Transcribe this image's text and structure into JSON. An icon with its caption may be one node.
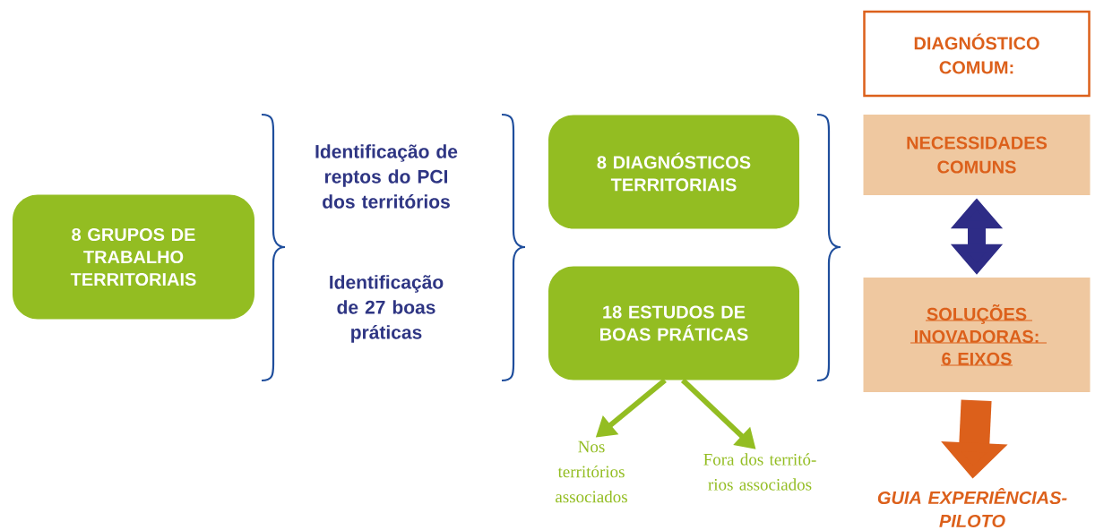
{
  "diagram": {
    "nodes": [
      {
        "text": [
          "8 GRUPOS DE TRABALHO TERRITORIAIS"
        ]
      },
      {
        "text": [
          "Identificação de reptos do PCI dos territórios"
        ]
      },
      {
        "text": [
          "Identificação de 27 boas práticas"
        ]
      },
      {
        "text": [
          "8 DIAGNÓSTICOS TERRITORIAIS"
        ]
      },
      {
        "text": [
          "18 ESTUDOS DE BOAS PRÁTICAS"
        ]
      },
      {
        "text": [
          "Nos territórios associados"
        ]
      },
      {
        "text": [
          "Fora dos territó- rios associados"
        ]
      },
      {
        "text": [
          "DIAGNÓSTICO COMUM:"
        ]
      },
      {
        "text": [
          "NECESSIDADES COMUNS"
        ]
      },
      {
        "text": [
          "SOLUÇÕES INOVADORAS: 6 EIXOS"
        ]
      },
      {
        "text": [
          "GUIA EXPERIÊNCIAS-PILOTO"
        ]
      }
    ],
    "edges": [
      {
        "from": 4,
        "to": 5,
        "arrow": "to"
      },
      {
        "from": 4,
        "to": 6,
        "arrow": "to"
      },
      {
        "from": 8,
        "to": 9,
        "arrow": "both",
        "style": "thick",
        "color": "#2e2c86"
      },
      {
        "from": 9,
        "to": 10,
        "arrow": "to",
        "style": "thick",
        "color": "#dc601b"
      }
    ]
  }
}
